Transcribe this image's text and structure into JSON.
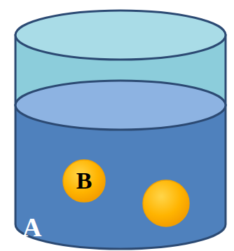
{
  "diagram": {
    "nodes": [
      {
        "text": [
          "A"
        ]
      },
      {
        "text": [
          "B"
        ],
        "in": 0
      }
    ]
  }
}
